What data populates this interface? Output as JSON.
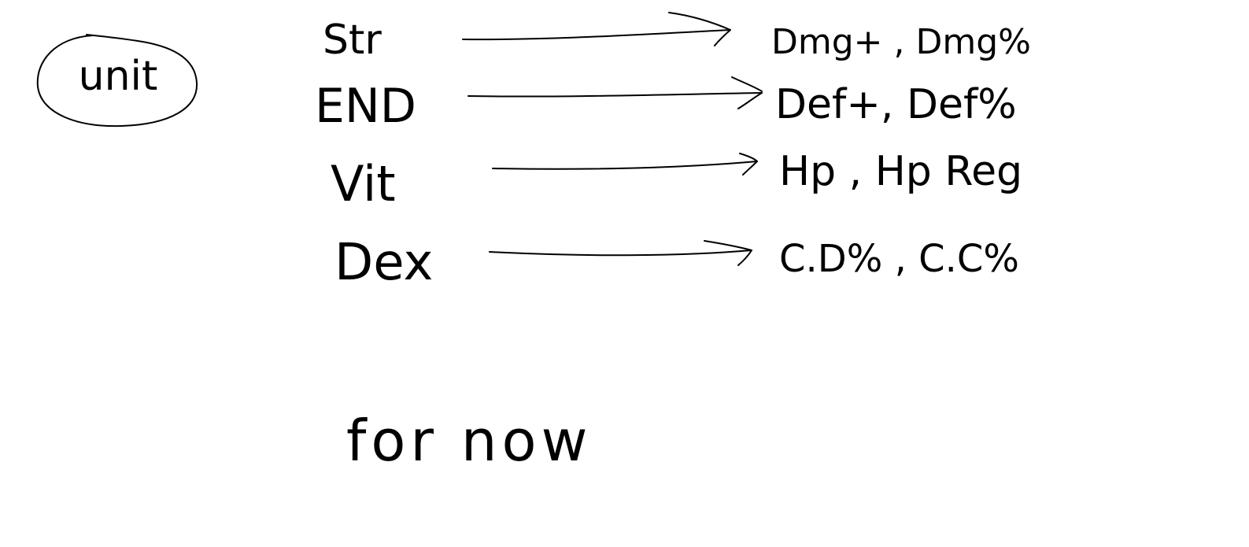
{
  "unit_label": "unit",
  "mappings": [
    {
      "stat": "Str",
      "effects": "Dmg+ , Dmg%"
    },
    {
      "stat": "END",
      "effects": "Def+, Def%"
    },
    {
      "stat": "Vit",
      "effects": "Hp , Hp Reg"
    },
    {
      "stat": "Dex",
      "effects": "C.D% , C.C%"
    }
  ],
  "footer_note": "for now",
  "colors": {
    "ink": "#000000",
    "background": "#ffffff"
  }
}
